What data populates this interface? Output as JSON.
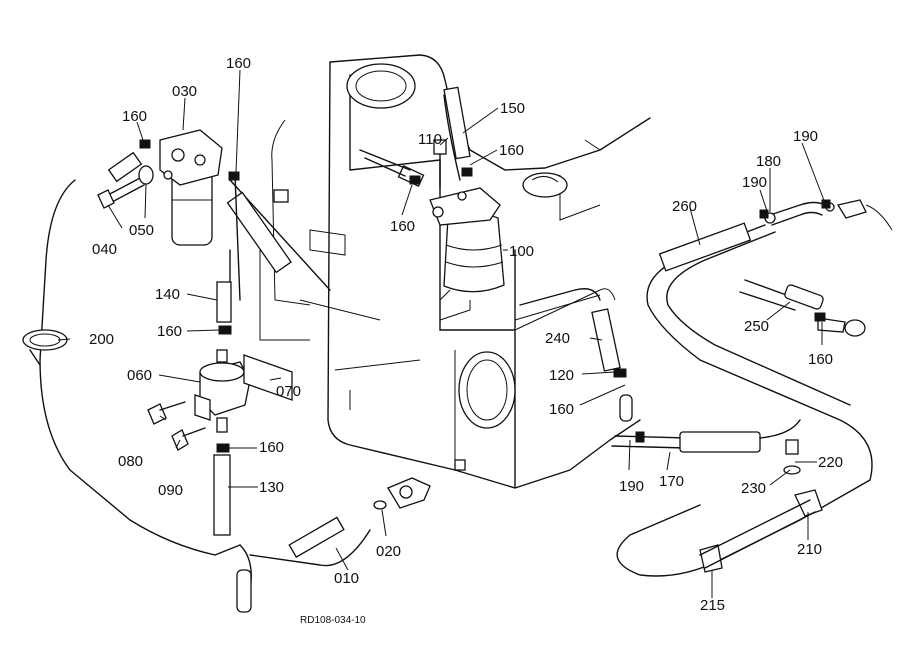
{
  "drawing_code": "RD108-034-10",
  "callouts": [
    {
      "id": "c-010",
      "text": "010"
    },
    {
      "id": "c-020",
      "text": "020"
    },
    {
      "id": "c-030",
      "text": "030"
    },
    {
      "id": "c-040",
      "text": "040"
    },
    {
      "id": "c-050",
      "text": "050"
    },
    {
      "id": "c-060",
      "text": "060"
    },
    {
      "id": "c-070",
      "text": "070"
    },
    {
      "id": "c-080",
      "text": "080"
    },
    {
      "id": "c-090",
      "text": "090"
    },
    {
      "id": "c-100",
      "text": "100"
    },
    {
      "id": "c-110",
      "text": "110"
    },
    {
      "id": "c-120",
      "text": "120"
    },
    {
      "id": "c-130",
      "text": "130"
    },
    {
      "id": "c-140",
      "text": "140"
    },
    {
      "id": "c-150",
      "text": "150"
    },
    {
      "id": "c-160a",
      "text": "160"
    },
    {
      "id": "c-160b",
      "text": "160"
    },
    {
      "id": "c-160c",
      "text": "160"
    },
    {
      "id": "c-160d",
      "text": "160"
    },
    {
      "id": "c-160e",
      "text": "160"
    },
    {
      "id": "c-160f",
      "text": "160"
    },
    {
      "id": "c-160g",
      "text": "160"
    },
    {
      "id": "c-160h",
      "text": "160"
    },
    {
      "id": "c-170",
      "text": "170"
    },
    {
      "id": "c-180",
      "text": "180"
    },
    {
      "id": "c-190a",
      "text": "190"
    },
    {
      "id": "c-190b",
      "text": "190"
    },
    {
      "id": "c-190c",
      "text": "190"
    },
    {
      "id": "c-200",
      "text": "200"
    },
    {
      "id": "c-210",
      "text": "210"
    },
    {
      "id": "c-215",
      "text": "215"
    },
    {
      "id": "c-220",
      "text": "220"
    },
    {
      "id": "c-230",
      "text": "230"
    },
    {
      "id": "c-240",
      "text": "240"
    },
    {
      "id": "c-250",
      "text": "250"
    },
    {
      "id": "c-260",
      "text": "260"
    }
  ]
}
